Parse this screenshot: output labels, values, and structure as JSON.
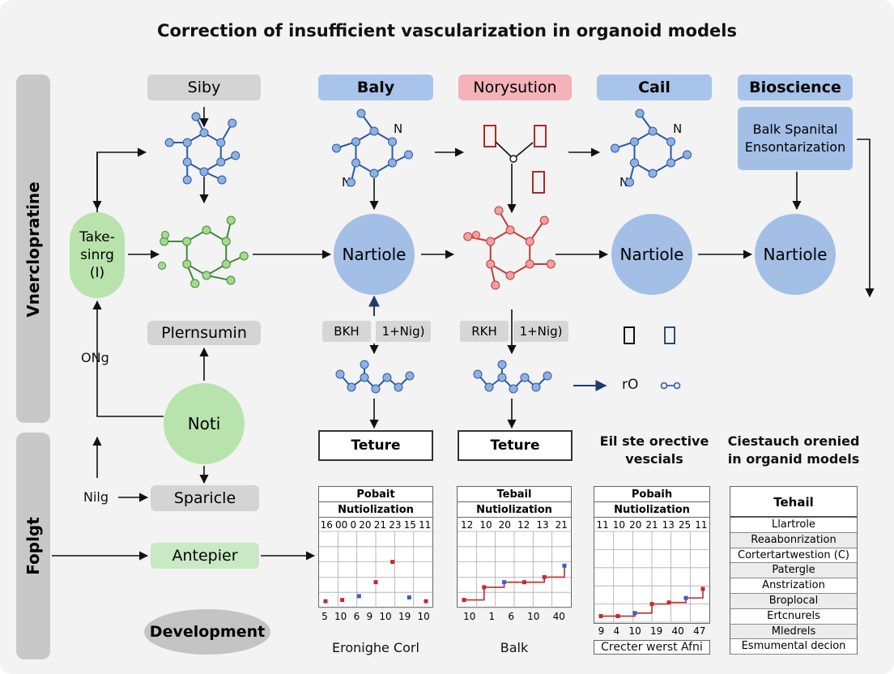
{
  "title": "Correction of insufficient vascularization in organoid models",
  "sidebar": {
    "top_label": "Vnerclopratine",
    "bottom_label": "Foplgt"
  },
  "headers": {
    "col1": "Siby",
    "col2": "Baly",
    "col3": "Norysution",
    "col4": "Cail",
    "col5": "Bioscience"
  },
  "bioscience_box": "Balk Spanital Ensontarization",
  "left": {
    "take_node": "Take-\nsinrg\n(I)",
    "ong_label": "ONg",
    "nilg_label": "Nilg",
    "plernsumin": "Plernsumin",
    "noti": "Noti",
    "sparicle": "Sparicle",
    "antepier": "Antepier",
    "development": "Development"
  },
  "nodes": {
    "nartiole1": "Nartiole",
    "nartiole2": "Nartiole",
    "nartiole3": "Nartiole"
  },
  "atoms": {
    "n1": "N",
    "n2": "N",
    "n3": "N",
    "n4": "N"
  },
  "tags": {
    "bkh": "BKH",
    "nig1": "1+Nig)",
    "rkh": "RKH",
    "nig2": "1+Nig)"
  },
  "legend_ro": "rO",
  "texture1": "Teture",
  "texture2": "Teture",
  "col4_caption": "Eil ste orective vescials",
  "col5_caption": "Ciestauch orenied in organid models",
  "chart1": {
    "head1": "Pobait",
    "head2": "Nutiolization",
    "top_ticks": [
      "16",
      "00",
      "0",
      "20",
      "21",
      "23",
      "15",
      "11"
    ],
    "bottom_ticks": [
      "5",
      "10",
      "6",
      "9",
      "10",
      "19",
      "10"
    ],
    "caption": "Eronighe Corl"
  },
  "chart2": {
    "head1": "Tebail",
    "head2": "Nutiolization",
    "top_ticks": [
      "12",
      "10",
      "20",
      "12",
      "13",
      "21"
    ],
    "bottom_ticks": [
      "10",
      "1",
      "6",
      "10",
      "40"
    ],
    "caption": "Balk"
  },
  "chart3": {
    "head1": "Pobaih",
    "head2": "Nutiolization",
    "top_ticks": [
      "11",
      "10",
      "20",
      "21",
      "13",
      "25",
      "11"
    ],
    "bottom_ticks": [
      "9",
      "4",
      "10",
      "19",
      "40",
      "47"
    ],
    "caption": "Crecter werst Afni"
  },
  "list_table": {
    "head": "Tehail",
    "rows": [
      "Llartrole",
      "Reaabonrization",
      "Cortertartwestion (C)",
      "Patergle",
      "Anstrization",
      "Broplocal",
      "Ertcnurels",
      "Mledrels",
      "Esmumental decion"
    ]
  },
  "chart_data": [
    {
      "type": "scatter",
      "title": "Pobait",
      "subtitle": "Nutiolization",
      "caption": "Eronighe Corl",
      "x": [
        1,
        2,
        3,
        4,
        5,
        6,
        7
      ],
      "y": [
        0.5,
        0.6,
        0.9,
        2.0,
        3.6,
        0.8,
        0.5
      ],
      "ylim": [
        0,
        6
      ],
      "grid": true
    },
    {
      "type": "line",
      "title": "Tebail",
      "subtitle": "Nutiolization",
      "caption": "Balk",
      "x": [
        1,
        2,
        3,
        4,
        5,
        6
      ],
      "y": [
        0.6,
        1.6,
        2.0,
        2.0,
        2.4,
        3.3
      ],
      "ylim": [
        0,
        6
      ],
      "grid": true
    },
    {
      "type": "line",
      "title": "Pobaih",
      "subtitle": "Nutiolization",
      "caption": "Crecter werst Afni",
      "x": [
        1,
        2,
        3,
        4,
        5,
        6,
        7
      ],
      "y": [
        0.4,
        0.4,
        0.6,
        1.2,
        1.3,
        1.6,
        2.2
      ],
      "ylim": [
        0,
        6
      ],
      "grid": true
    }
  ]
}
